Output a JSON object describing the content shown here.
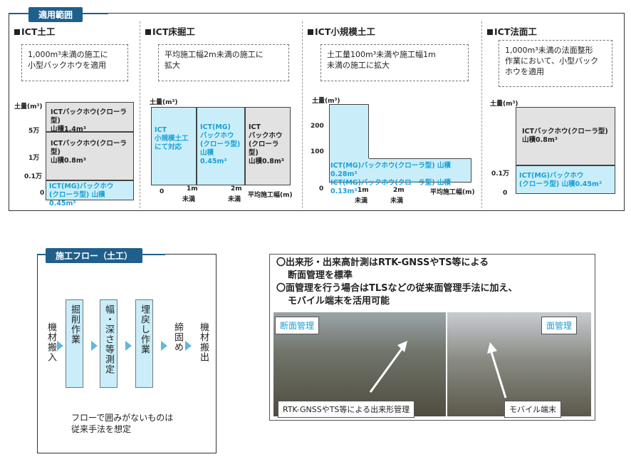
{
  "top": {
    "header": "適用範囲",
    "sections": [
      {
        "title": "ICT土工",
        "note_line1": "1,000m³未満の施工に",
        "note_line2": "小型バックホウを適用",
        "yaxis": "土量(m³)",
        "ticks": [
          "5万",
          "1万",
          "0.1万",
          "0"
        ],
        "box1_line1": "ICTバックホウ(クローラ型)",
        "box1_line2": "山積1.4m³",
        "box2_line1": "ICTバックホウ(クローラ型)",
        "box2_line2": "山積0.8m³",
        "box3_line1": "ICT(MG)バックホウ",
        "box3_line2": "(クローラ型) 山積0.45m³"
      },
      {
        "title": "ICT床掘工",
        "note_line1": "平均施工幅2m未満の施工に",
        "note_line2": "拡大",
        "yaxis": "土量(m³)",
        "xticks": [
          "0",
          "1m",
          "未満",
          "2m",
          "未満"
        ],
        "xaxis": "平均施工幅(m)",
        "boxA": [
          "ICT",
          "小規模土工",
          "にて対応"
        ],
        "boxB": [
          "ICT(MG)",
          "バックホウ",
          "(クローラ型)",
          "山積",
          "0.45m³"
        ],
        "boxC": [
          "ICT",
          "バックホウ",
          "(クローラ型)",
          "山積0.8m³"
        ]
      },
      {
        "title": "ICT小規模土工",
        "note_line1": "土工量100m³未満や施工幅1m",
        "note_line2": "未満の施工に拡大",
        "yaxis": "土量(m³)",
        "ticks": [
          "200",
          "100",
          "0"
        ],
        "xticks": [
          "1m",
          "未満",
          "2m",
          "未満"
        ],
        "xaxis": "平均施工幅(m)",
        "row1": "ICT(MG)バックホウ(クローラ型) 山積0.28m³",
        "row2": "ICT(MG)バックホウ(クローラ型) 山積0.13m³"
      },
      {
        "title": "ICT法面工",
        "note_line1": "1,000m³未満の法面整形",
        "note_line2": "作業において、小型バック",
        "note_line3": "ホウを適用",
        "yaxis": "土量(m³)",
        "ticks": [
          "0.1万",
          "0"
        ],
        "box1_line1": "ICTバックホウ(クローラ型)",
        "box1_line2": "山積0.8m³",
        "box2_line1": "ICT(MG)バックホウ",
        "box2_line2": "(クローラ型) 山積0.45m³"
      }
    ]
  },
  "flow": {
    "header": "施工フロー（土工）",
    "steps": [
      "機材搬入",
      "掘削作業",
      "幅・深さ等測定",
      "埋戻し作業",
      "締固め",
      "機材搬出"
    ],
    "note_line1": "フローで囲みがないものは",
    "note_line2": "従来手法を想定"
  },
  "measure": {
    "line1": "〇出来形・出来高計測はRTK-GNSSやTS等による",
    "line2": "断面管理を標準",
    "line3": "〇面管理を行う場合はTLSなどの従来面管理手法に加え、",
    "line4": "モバイル端末を活用可能",
    "tag_left": "断面管理",
    "tag_right": "面管理",
    "caption_left": "RTK-GNSSやTS等による出来形管理",
    "caption_right": "モバイル端末"
  }
}
